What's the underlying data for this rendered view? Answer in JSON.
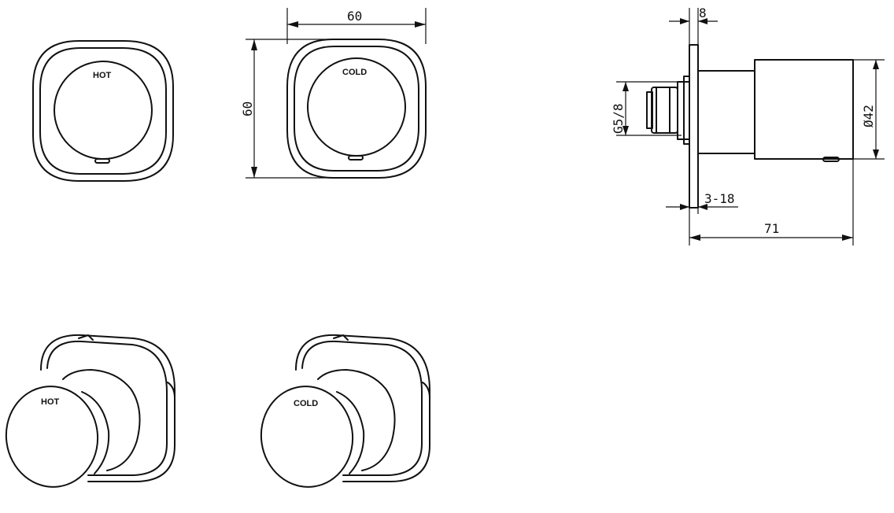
{
  "views": {
    "hot_front": {
      "label": "HOT"
    },
    "cold_front": {
      "label": "COLD"
    },
    "hot_iso": {
      "label": "HOT"
    },
    "cold_iso": {
      "label": "COLD"
    }
  },
  "dimensions": {
    "width": "60",
    "height": "60",
    "flange": "8",
    "thread": "G5/8",
    "diameter": "Ø42",
    "adjust": "3-18",
    "depth": "71"
  }
}
